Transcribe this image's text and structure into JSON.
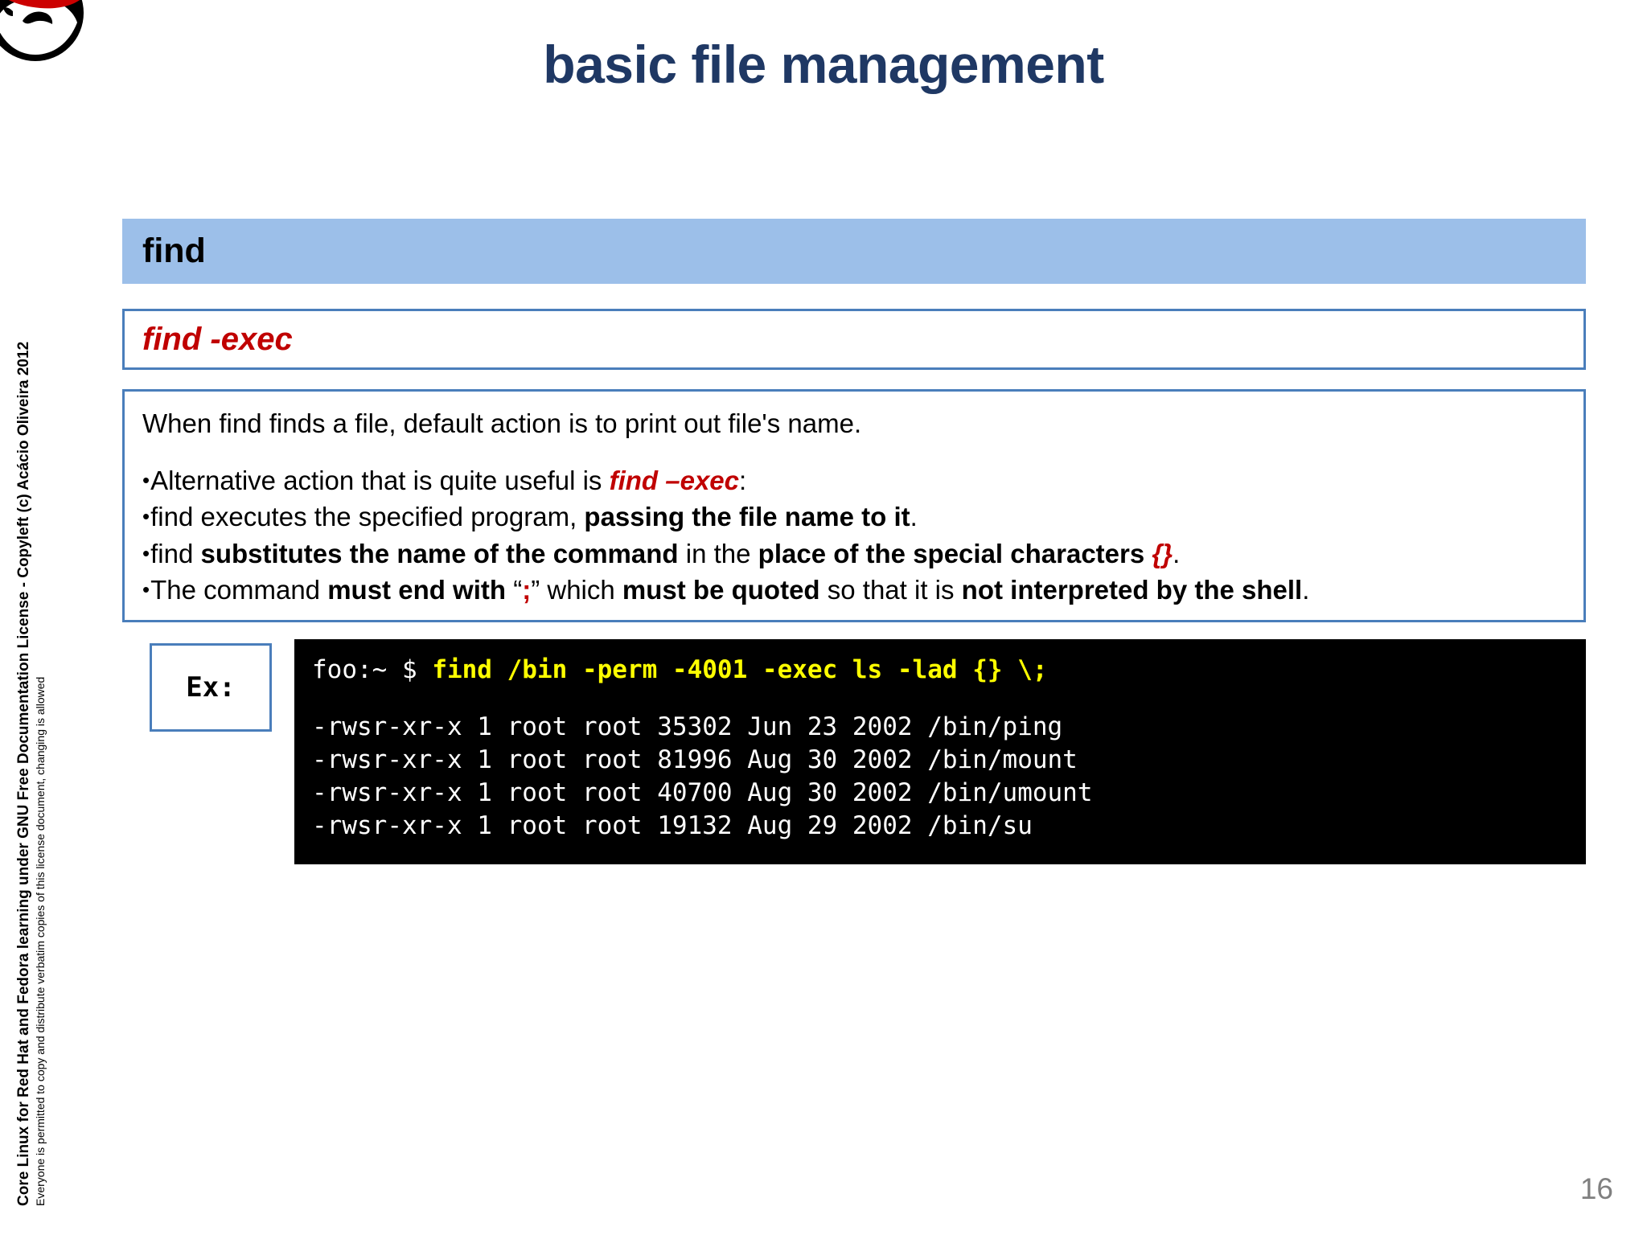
{
  "slide": {
    "title": "basic file management",
    "page_number": "16",
    "accent_blue": "#9CBFE9",
    "border_blue": "#4A7EBB",
    "title_navy": "#1F3864",
    "accent_red": "#C00000",
    "terminal_bg": "#000000",
    "terminal_cmd_color": "#FFFF00",
    "terminal_text_color": "#FFFFFF"
  },
  "logo": {
    "name": "red-hat-shadowman-logo",
    "hat_color": "#CC0000",
    "body_color": "#000000"
  },
  "section": {
    "header": "find"
  },
  "subheader": {
    "label": "find -exec"
  },
  "body": {
    "lead": "When find finds a file, default action is to print out file's name.",
    "bullets": [
      {
        "bullet": "•",
        "parts": [
          {
            "text": "Alternative action that is quite useful is ",
            "style": "normal"
          },
          {
            "text": "find –exec",
            "style": "red-bold-italic"
          },
          {
            "text": ":",
            "style": "normal"
          }
        ]
      },
      {
        "bullet": "•",
        "parts": [
          {
            "text": "find executes the specified program, ",
            "style": "normal"
          },
          {
            "text": "passing the file name to it",
            "style": "bold"
          },
          {
            "text": ".",
            "style": "normal"
          }
        ]
      },
      {
        "bullet": "•",
        "parts": [
          {
            "text": "find ",
            "style": "normal"
          },
          {
            "text": "substitutes the name of the command",
            "style": "bold"
          },
          {
            "text": " in the ",
            "style": "normal"
          },
          {
            "text": "place of the special characters ",
            "style": "bold"
          },
          {
            "text": "{}",
            "style": "red-bold-italic"
          },
          {
            "text": ".",
            "style": "normal"
          }
        ]
      },
      {
        "bullet": "•",
        "parts": [
          {
            "text": "The command ",
            "style": "normal"
          },
          {
            "text": "must end with",
            "style": "bold"
          },
          {
            "text": " “",
            "style": "normal"
          },
          {
            "text": ";",
            "style": "red-bold"
          },
          {
            "text": "” which ",
            "style": "normal"
          },
          {
            "text": "must be quoted",
            "style": "bold"
          },
          {
            "text": " so that it is ",
            "style": "normal"
          },
          {
            "text": "not interpreted by the shell",
            "style": "bold"
          },
          {
            "text": ".",
            "style": "normal"
          }
        ]
      }
    ]
  },
  "example": {
    "label": "Ex:",
    "terminal": {
      "prompt": "foo:~ $ ",
      "command": "find /bin -perm -4001 -exec ls -lad {} \\;",
      "output": [
        "-rwsr-xr-x 1 root root 35302 Jun 23 2002 /bin/ping",
        "-rwsr-xr-x 1 root root 81996 Aug 30 2002 /bin/mount",
        "-rwsr-xr-x 1 root root 40700 Aug 30 2002 /bin/umount",
        "-rwsr-xr-x 1 root root 19132 Aug 29 2002 /bin/su"
      ]
    }
  },
  "sidebar": {
    "main": "Core Linux for Red Hat and Fedora learning under GNU Free Documentation License  -  Copyleft (c) Acácio Oliveira 2012",
    "sub": "Everyone is permitted to copy and distribute verbatim copies of this license document, changing is allowed"
  }
}
